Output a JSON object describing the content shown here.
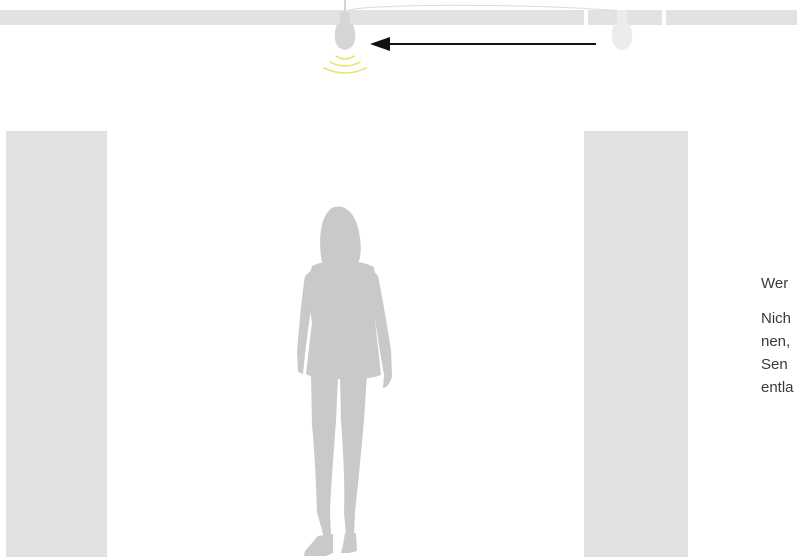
{
  "caption": {
    "paragraph_1": "Wer",
    "paragraph_2_lines": [
      "Nich",
      "nen,",
      "Sen",
      "entla"
    ]
  },
  "scene": {
    "figure": "woman-silhouette",
    "sensor_active": "motion-sensor-icon",
    "sensor_inactive": "motion-sensor-icon",
    "arrow": "arrow-left-icon",
    "signal": "detection-waves-icon"
  },
  "colors": {
    "wall_gray": "#e2e2e2",
    "figure_gray": "#c9c9c9",
    "sensor_active_gray": "#d6d6d6",
    "sensor_inactive_gray": "#ececec",
    "signal_yellow": "#ece25a",
    "arrow_black": "#111111",
    "text": "#3a3a3a"
  }
}
